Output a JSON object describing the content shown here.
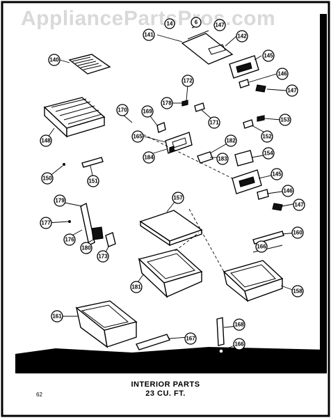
{
  "watermark": "AppliancePartsPros.com",
  "caption": {
    "line1": "INTERIOR PARTS",
    "line2": "23 CU. FT."
  },
  "page_number": "62",
  "colors": {
    "ink": "#000000",
    "paper": "#ffffff",
    "watermark": "#d9d9d9"
  },
  "callouts": [
    {
      "id": "c141",
      "label": "141"
    },
    {
      "id": "c14x",
      "label": "14"
    },
    {
      "id": "c6x",
      "label": "6"
    },
    {
      "id": "c147a",
      "label": "147"
    },
    {
      "id": "c142",
      "label": "142"
    },
    {
      "id": "c140",
      "label": "140"
    },
    {
      "id": "c145a",
      "label": "145"
    },
    {
      "id": "c146a",
      "label": "146"
    },
    {
      "id": "c147b",
      "label": "147"
    },
    {
      "id": "c172",
      "label": "172"
    },
    {
      "id": "c178",
      "label": "178"
    },
    {
      "id": "c170",
      "label": "170"
    },
    {
      "id": "c169",
      "label": "169"
    },
    {
      "id": "c171",
      "label": "171"
    },
    {
      "id": "c153",
      "label": "153"
    },
    {
      "id": "c152",
      "label": "152"
    },
    {
      "id": "c148",
      "label": "148"
    },
    {
      "id": "c165",
      "label": "165"
    },
    {
      "id": "c182",
      "label": "182"
    },
    {
      "id": "c184",
      "label": "184"
    },
    {
      "id": "c183",
      "label": "183"
    },
    {
      "id": "c154",
      "label": "154"
    },
    {
      "id": "c150",
      "label": "150"
    },
    {
      "id": "c151",
      "label": "151"
    },
    {
      "id": "c145b",
      "label": "145"
    },
    {
      "id": "c146b",
      "label": "146"
    },
    {
      "id": "c147c",
      "label": "147"
    },
    {
      "id": "c179",
      "label": "179"
    },
    {
      "id": "c157",
      "label": "157"
    },
    {
      "id": "c177",
      "label": "177"
    },
    {
      "id": "c176",
      "label": "176"
    },
    {
      "id": "c180",
      "label": "180"
    },
    {
      "id": "c173",
      "label": "173"
    },
    {
      "id": "c160",
      "label": "160"
    },
    {
      "id": "c166a",
      "label": "166"
    },
    {
      "id": "c181",
      "label": "181"
    },
    {
      "id": "c158",
      "label": "158"
    },
    {
      "id": "c161",
      "label": "161"
    },
    {
      "id": "c168",
      "label": "168"
    },
    {
      "id": "c167",
      "label": "167"
    },
    {
      "id": "c166b",
      "label": "166"
    }
  ]
}
